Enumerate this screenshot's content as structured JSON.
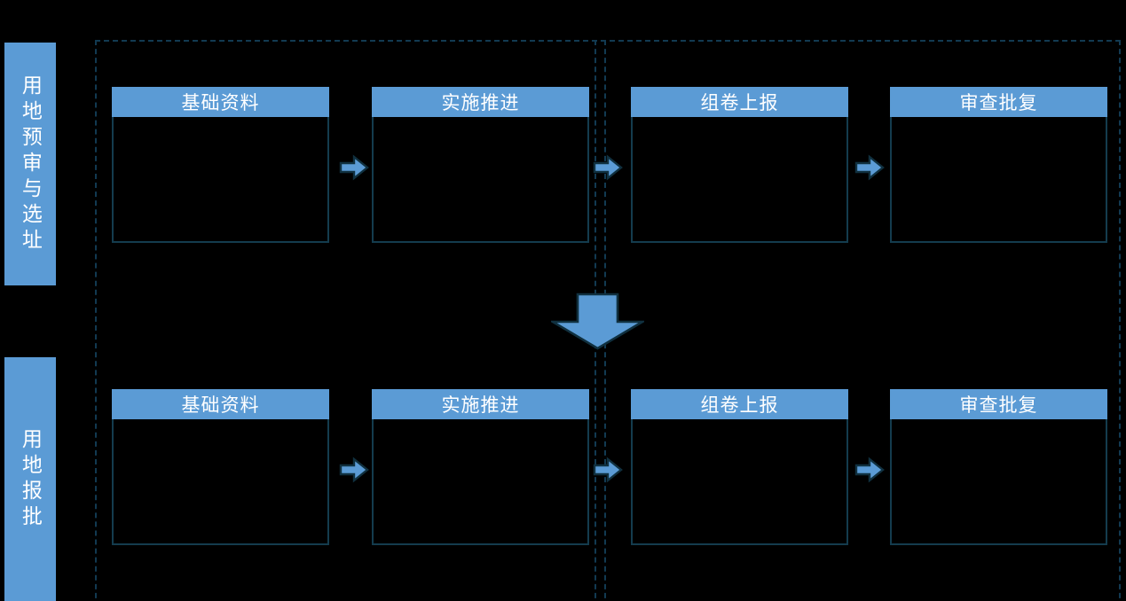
{
  "diagram": {
    "title_hidden": "",
    "background_color": "#000000",
    "accent_color": "#5b9bd5",
    "border_color": "#143c4e",
    "dashed_border_color": "#123a52",
    "text_color": "#ffffff"
  },
  "lanes": [
    {
      "id": "lane-top",
      "label": "用地预审与选址"
    },
    {
      "id": "lane-bottom",
      "label": "用地报批"
    }
  ],
  "rows": [
    {
      "id": "row-1",
      "cards": [
        {
          "id": "card-1-1",
          "title": "基础资料",
          "body": ""
        },
        {
          "id": "card-1-2",
          "title": "实施推进",
          "body": ""
        },
        {
          "id": "card-1-3",
          "title": "组卷上报",
          "body": ""
        },
        {
          "id": "card-1-4",
          "title": "审查批复",
          "body": ""
        }
      ]
    },
    {
      "id": "row-2",
      "cards": [
        {
          "id": "card-2-1",
          "title": "基础资料",
          "body": ""
        },
        {
          "id": "card-2-2",
          "title": "实施推进",
          "body": ""
        },
        {
          "id": "card-2-3",
          "title": "组卷上报",
          "body": ""
        },
        {
          "id": "card-2-4",
          "title": "审查批复",
          "body": ""
        }
      ]
    }
  ],
  "connectors": {
    "right_arrow_icon": "arrow-right-icon",
    "down_arrow_icon": "arrow-down-icon",
    "right_arrow_count": 6,
    "down_arrow_count": 1
  },
  "dividers": {
    "vertical_dashed_count": 2,
    "outer_dashed_frame": true
  }
}
